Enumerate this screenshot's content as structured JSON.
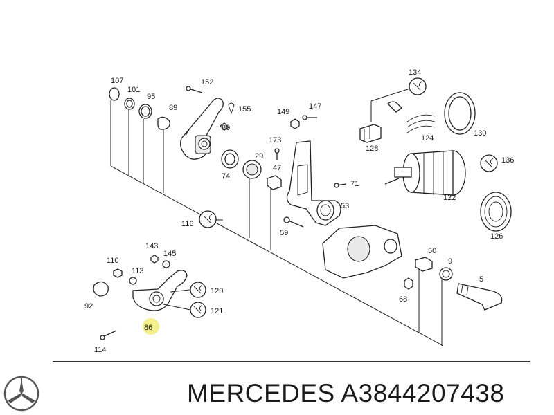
{
  "footer": {
    "brand_model": "MERCEDES A3844207438"
  },
  "callouts": {
    "c107": "107",
    "c101": "101",
    "c95": "95",
    "c89": "89",
    "c152": "152",
    "c155": "155",
    "c80": "80",
    "c74": "74",
    "c29": "29",
    "c47": "47",
    "c149": "149",
    "c147": "147",
    "c173": "173",
    "c71": "71",
    "c53": "53",
    "c59": "59",
    "c134": "134",
    "c128": "128",
    "c124": "124",
    "c130": "130",
    "c136": "136",
    "c122": "122",
    "c126": "126",
    "c116": "116",
    "c143": "143",
    "c145": "145",
    "c110": "110",
    "c113": "113",
    "c92": "92",
    "c120": "120",
    "c121": "121",
    "c86": "86",
    "c114": "114",
    "c50": "50",
    "c9": "9",
    "c5": "5",
    "c68": "68"
  },
  "colors": {
    "highlight": "#f3ef8a",
    "line": "#222222"
  },
  "icons": [
    "mercedes-star-logo",
    "wrench-torque-icon"
  ]
}
